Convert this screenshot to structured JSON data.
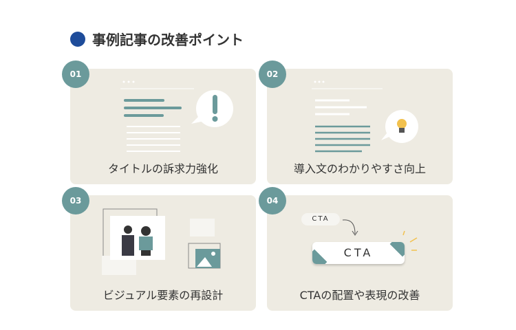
{
  "title": "事例記事の改善ポイント",
  "colors": {
    "accent": "#1e4c9a",
    "teal": "#6b9a9b",
    "card": "#eeebe2"
  },
  "cards": [
    {
      "number": "01",
      "caption": "タイトルの訴求力強化",
      "icon": "exclamation-bubble-icon"
    },
    {
      "number": "02",
      "caption": "導入文のわかりやすさ向上",
      "icon": "lightbulb-bubble-icon"
    },
    {
      "number": "03",
      "caption": "ビジュアル要素の再設計",
      "icon": "image-icon"
    },
    {
      "number": "04",
      "caption": "CTAの配置や表現の改善",
      "icon": "cta-button-icon",
      "small_cta": "CTA",
      "big_cta": "CTA"
    }
  ]
}
